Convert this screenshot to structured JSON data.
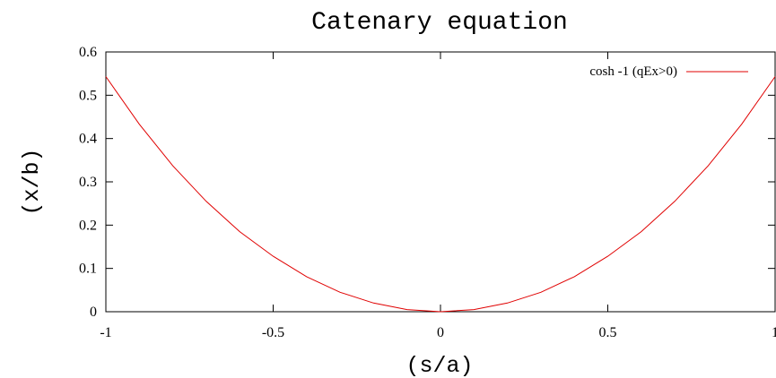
{
  "chart_data": {
    "type": "line",
    "title": "Catenary equation",
    "xlabel": "(s/a)",
    "ylabel": "(x/b)",
    "xlim": [
      -1,
      1
    ],
    "ylim": [
      0,
      0.6
    ],
    "x_ticks": [
      "-1",
      "-0.5",
      "0",
      "0.5",
      "1"
    ],
    "x_tick_values": [
      -1,
      -0.5,
      0,
      0.5,
      1
    ],
    "y_ticks": [
      "0",
      "0.1",
      "0.2",
      "0.3",
      "0.4",
      "0.5",
      "0.6"
    ],
    "y_tick_values": [
      0,
      0.1,
      0.2,
      0.3,
      0.4,
      0.5,
      0.6
    ],
    "grid": false,
    "legend_position": "top-right",
    "series": [
      {
        "name": "cosh -1 (qEx>0)",
        "color": "#e00000",
        "x": [
          -1.0,
          -0.9,
          -0.8,
          -0.7,
          -0.6,
          -0.5,
          -0.4,
          -0.3,
          -0.2,
          -0.1,
          0.0,
          0.1,
          0.2,
          0.3,
          0.4,
          0.5,
          0.6,
          0.7,
          0.8,
          0.9,
          1.0
        ],
        "y": [
          0.543,
          0.433,
          0.337,
          0.255,
          0.185,
          0.128,
          0.081,
          0.045,
          0.02,
          0.005,
          0.0,
          0.005,
          0.02,
          0.045,
          0.081,
          0.128,
          0.185,
          0.255,
          0.337,
          0.433,
          0.543
        ]
      }
    ]
  }
}
